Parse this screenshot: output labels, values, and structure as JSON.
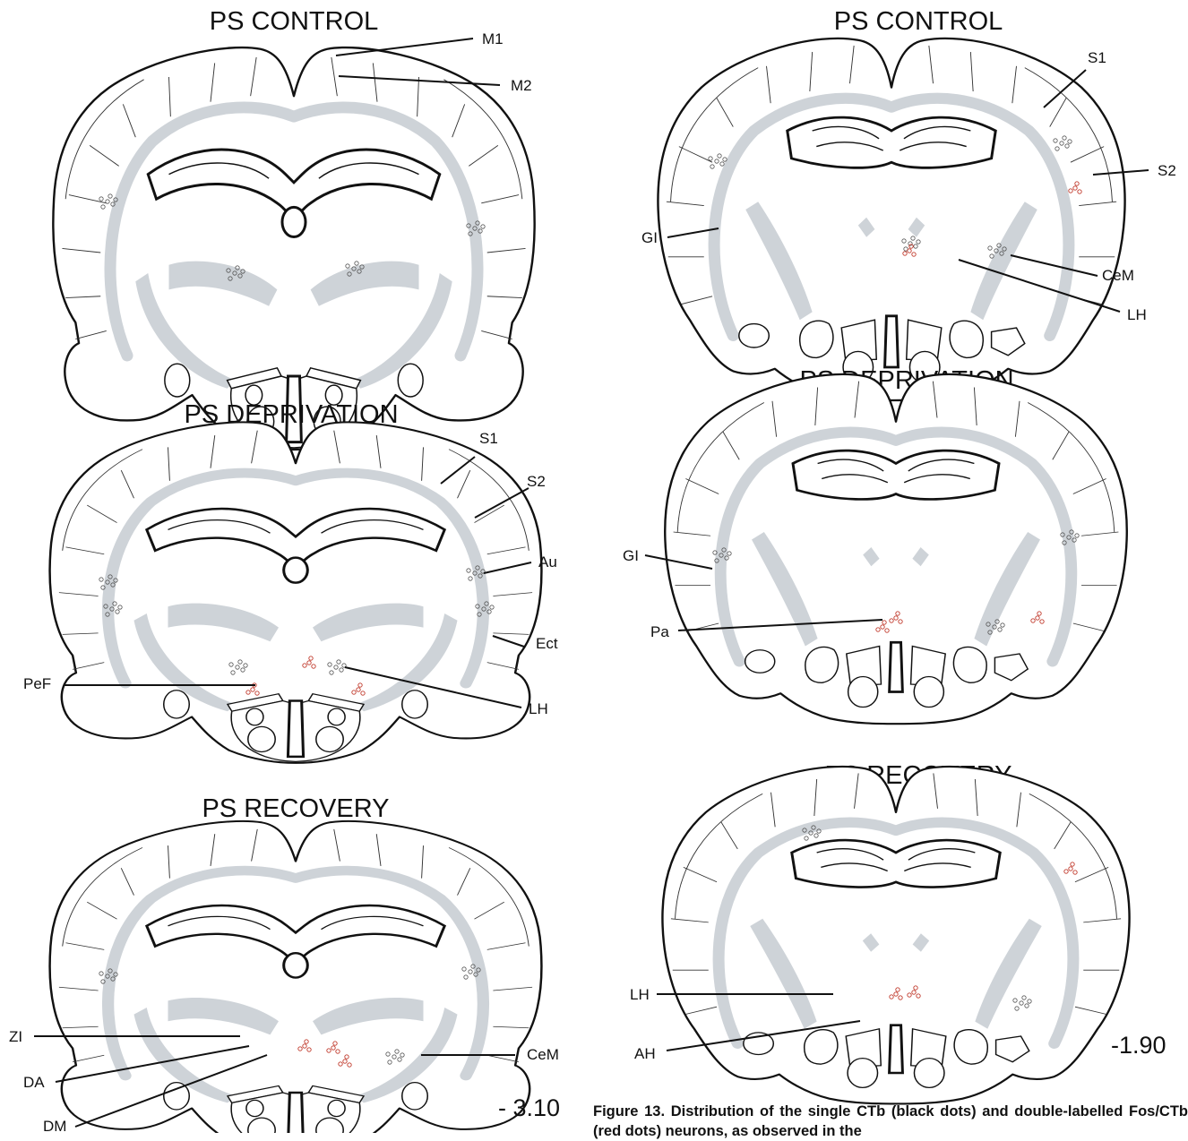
{
  "panels": {
    "left_top": {
      "title": "PS CONTROL"
    },
    "left_mid": {
      "title": "PS DEPRIVATION"
    },
    "left_bot": {
      "title": "PS RECOVERY"
    },
    "right_top": {
      "title": "PS CONTROL"
    },
    "right_mid": {
      "title": "PS DEPRIVATION"
    },
    "right_bot": {
      "title": "PS RECOVERY"
    }
  },
  "labels": {
    "m1": "M1",
    "m2": "M2",
    "s1_left": "S1",
    "s2_left": "S2",
    "au": "Au",
    "ect": "Ect",
    "pef": "PeF",
    "lh_left": "LH",
    "zi": "ZI",
    "da": "DA",
    "dm": "DM",
    "cem_left": "CeM",
    "s1_right": "S1",
    "s2_right": "S2",
    "gi_top": "GI",
    "cem_right": "CeM",
    "lh_right_top": "LH",
    "gi_mid": "GI",
    "pa": "Pa",
    "lh_right_bot": "LH",
    "ah": "AH"
  },
  "coordinates": {
    "left": "- 3.10",
    "right": "-1.90"
  },
  "caption": "Figure 13. Distribution of the single CTb (black dots) and double-labelled Fos/CTb (red dots) neurons, as observed in the",
  "colors": {
    "single_ctb": "#555555",
    "double_fos_ctb": "#c0392b",
    "white_matter": "#ced3d8"
  }
}
